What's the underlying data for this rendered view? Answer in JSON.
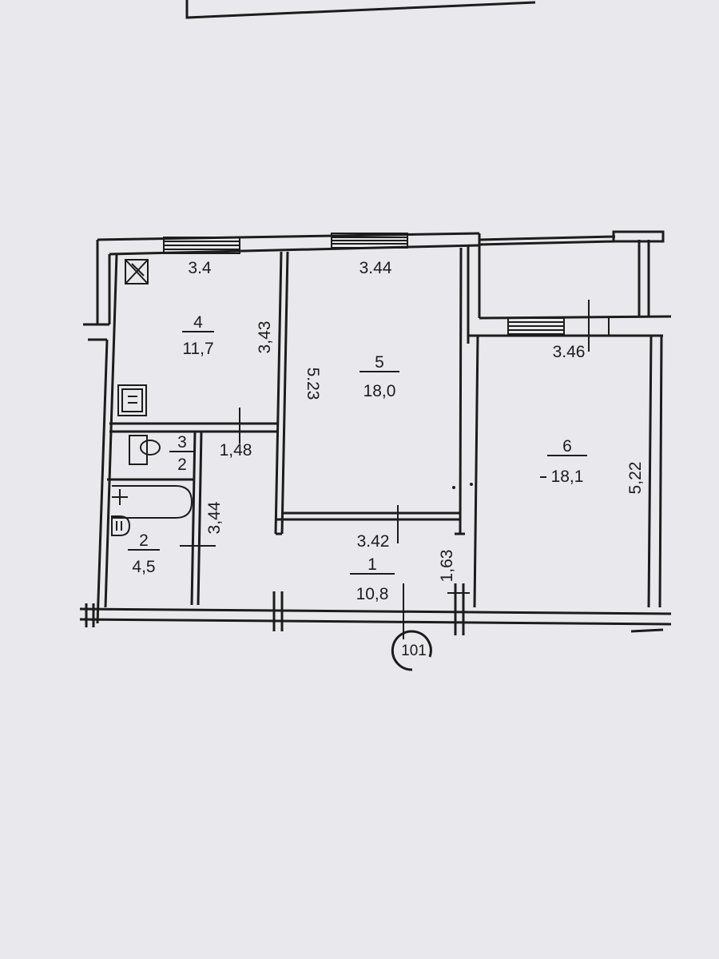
{
  "plan": {
    "apartment_number": "101",
    "rooms": [
      {
        "number": "4",
        "area": "11,7"
      },
      {
        "number": "5",
        "area": "18,0"
      },
      {
        "number": "6",
        "area": "18,1"
      },
      {
        "number": "3",
        "area": "2"
      },
      {
        "number": "2",
        "area": "4,5"
      },
      {
        "number": "1",
        "area": "10,8"
      }
    ],
    "dimensions": {
      "room4_width": "3.4",
      "room4_depth": "3,43",
      "room5_width": "3.44",
      "room5_depth": "5.23",
      "room5_bottom": "3.42",
      "room6_width": "3.46",
      "room6_depth": "5,22",
      "toilet_width": "1,48",
      "bath_depth": "3,44",
      "hall_depth": "1,63"
    }
  },
  "colors": {
    "paper": "#e9e8ed",
    "ink": "#1c1c1c"
  }
}
